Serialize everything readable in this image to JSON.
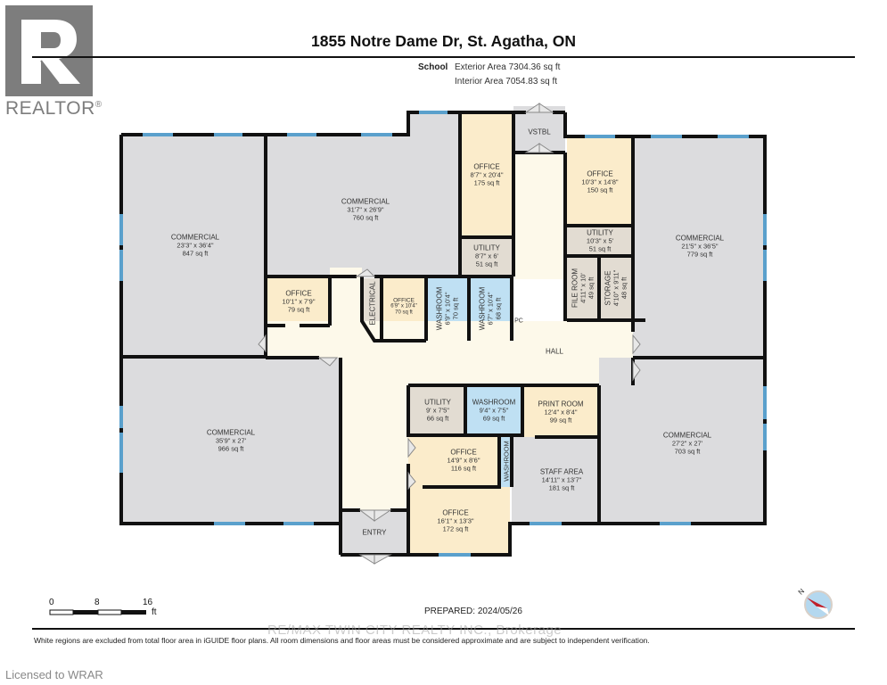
{
  "header": {
    "logo_text": "REALTOR",
    "logo_reg": "®",
    "title": "1855 Notre Dame Dr, St. Agatha, ON",
    "building_type": "School",
    "exterior_area": "Exterior Area 7304.36 sq ft",
    "interior_area": "Interior Area 7054.83 sq ft"
  },
  "colors": {
    "commercial": "#dcdcde",
    "office": "#fbeccb",
    "utility": "#e2dcd2",
    "washroom": "#bfe0f3",
    "hall": "#fdf9ea",
    "window": "#5aa0cc",
    "wall": "#111111",
    "compass_red": "#c0202a",
    "compass_blue": "#b4d8ef"
  },
  "rooms": [
    {
      "name": "COMMERCIAL",
      "dims": "23'3\" x 36'4\"",
      "area": "847 sq ft"
    },
    {
      "name": "COMMERCIAL",
      "dims": "31'7\" x 26'9\"",
      "area": "760 sq ft"
    },
    {
      "name": "OFFICE",
      "dims": "8'7\" x 20'4\"",
      "area": "175 sq ft"
    },
    {
      "name": "OFFICE",
      "dims": "10'3\" x 14'8\"",
      "area": "150 sq ft"
    },
    {
      "name": "COMMERCIAL",
      "dims": "21'5\" x 36'5\"",
      "area": "779 sq ft"
    },
    {
      "name": "UTILITY",
      "dims": "8'7\" x 6'",
      "area": "51 sq ft"
    },
    {
      "name": "UTILITY",
      "dims": "10'3\" x 5'",
      "area": "51 sq ft"
    },
    {
      "name": "OFFICE",
      "dims": "10'1\" x 7'9\"",
      "area": "79 sq ft"
    },
    {
      "name": "OFFICE",
      "dims": "6'9\" x 10'4\"",
      "area": "70 sq ft"
    },
    {
      "name": "WASHROOM",
      "dims": "6'9\" x 10'4\"",
      "area": "70 sq ft"
    },
    {
      "name": "WASHROOM",
      "dims": "6'7\" x 10'4\"",
      "area": "68 sq ft"
    },
    {
      "name": "FILE ROOM",
      "dims": "4'11\" x 10'",
      "area": "49 sq ft"
    },
    {
      "name": "STORAGE",
      "dims": "4'10\" x 9'11\"",
      "area": "48 sq ft"
    },
    {
      "name": "COMMERCIAL",
      "dims": "35'9\" x 27'",
      "area": "966 sq ft"
    },
    {
      "name": "UTILITY",
      "dims": "9' x 7'5\"",
      "area": "66 sq ft"
    },
    {
      "name": "WASHROOM",
      "dims": "9'4\" x 7'5\"",
      "area": "69 sq ft"
    },
    {
      "name": "PRINT ROOM",
      "dims": "12'4\" x 8'4\"",
      "area": "99 sq ft"
    },
    {
      "name": "COMMERCIAL",
      "dims": "27'2\" x 27'",
      "area": "703 sq ft"
    },
    {
      "name": "OFFICE",
      "dims": "14'9\" x 8'6\"",
      "area": "116 sq ft"
    },
    {
      "name": "STAFF AREA",
      "dims": "14'11\" x 13'7\"",
      "area": "181 sq ft"
    },
    {
      "name": "OFFICE",
      "dims": "16'1\" x 13'3\"",
      "area": "172 sq ft"
    }
  ],
  "plain_labels": {
    "vstbl": "VSTBL",
    "electrical": "ELECTRICAL",
    "washroom_small": "WASHROOM",
    "hall": "HALL",
    "entry": "ENTRY",
    "pc": "PC"
  },
  "scale": {
    "ticks": [
      "0",
      "8",
      "16"
    ],
    "unit": "ft"
  },
  "compass": {
    "label": "N"
  },
  "footer": {
    "prepared": "PREPARED: 2024/05/26",
    "watermark": "RE/MAX TWIN CITY REALTY INC., Brokerage",
    "disclaimer": "White regions are excluded from total floor area in iGUIDE floor plans. All room dimensions and floor areas must be considered approximate and are subject to independent verification.",
    "licensed": "Licensed to WRAR"
  }
}
